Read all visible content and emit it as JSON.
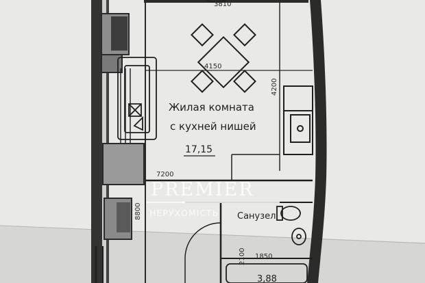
{
  "room": {
    "name_line1": "Жилая комната",
    "name_line2": "с кухней нишей",
    "area": "17,15"
  },
  "bathroom": {
    "name_partial": "Санузел",
    "area": "3,88"
  },
  "dimensions": {
    "top_width": "3810",
    "table_width": "4150",
    "room_depth": "4200",
    "room_width": "7200",
    "left_depth": "8800",
    "bath_depth": "2100",
    "bath_width": "1850"
  },
  "watermark": {
    "brand": "PREMIER",
    "tagline": "НЕРУХОМІСТЬ"
  },
  "colors": {
    "paper": "#eeeeec",
    "wall": "#2b2b2b",
    "window_fill": "#9c9c9c",
    "line": "#1a1a1a"
  }
}
